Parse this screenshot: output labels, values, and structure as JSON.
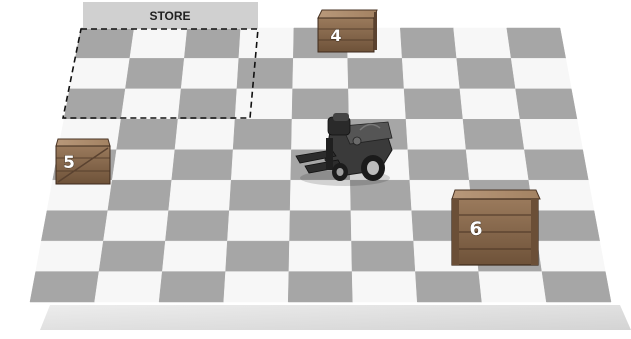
{
  "store": {
    "label": "STORE"
  },
  "board": {
    "rows": 9,
    "cols": 9,
    "dark_color": "#a6a6a6",
    "light_color": "#f7f7f7"
  },
  "crates": [
    {
      "id": "crate-4",
      "label": "4"
    },
    {
      "id": "crate-5",
      "label": "5"
    },
    {
      "id": "crate-6",
      "label": "6"
    }
  ],
  "robot": {
    "name": "forklift-robot"
  }
}
